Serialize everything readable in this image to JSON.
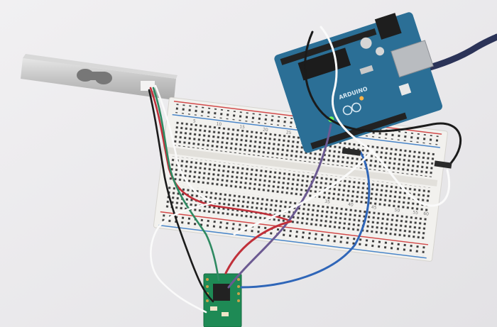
{
  "arduino": {
    "brand_text": "ARDUINO"
  },
  "breadboard": {
    "column_numbers_top": [
      "5",
      "10",
      "15",
      "20",
      "25",
      "30"
    ],
    "column_numbers_bottom": [
      "35",
      "40",
      "45",
      "50",
      "55",
      "60"
    ]
  },
  "colors": {
    "background": "#ecebed",
    "breadboard_body": "#f2f1ee",
    "rail_red": "#d34a4a",
    "rail_blue": "#4a86c9",
    "arduino_pcb": "#2b6f96",
    "hx711_pcb": "#1e8a55",
    "load_cell": "#c9c9c9",
    "wire_red": "#c0303a",
    "wire_black": "#1b1b1b",
    "wire_green": "#2f8a62",
    "wire_white": "#fafafa",
    "wire_purple": "#6c5a92",
    "wire_blue": "#2f66b8",
    "usb_cable": "#2b3358"
  }
}
